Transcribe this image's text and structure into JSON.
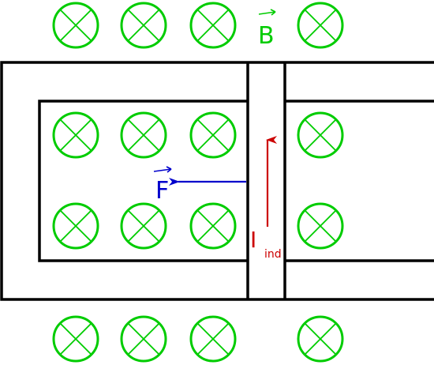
{
  "labels": {
    "field_symbol": "B",
    "force_symbol": "F",
    "current_symbol": "I",
    "current_subscript": "ind"
  },
  "colors": {
    "field": "#00cc00",
    "force": "#0000cc",
    "current": "#cc0000",
    "rails": "#000000"
  },
  "field": {
    "direction": "into-page",
    "symbol_icon": "circle-with-cross"
  }
}
